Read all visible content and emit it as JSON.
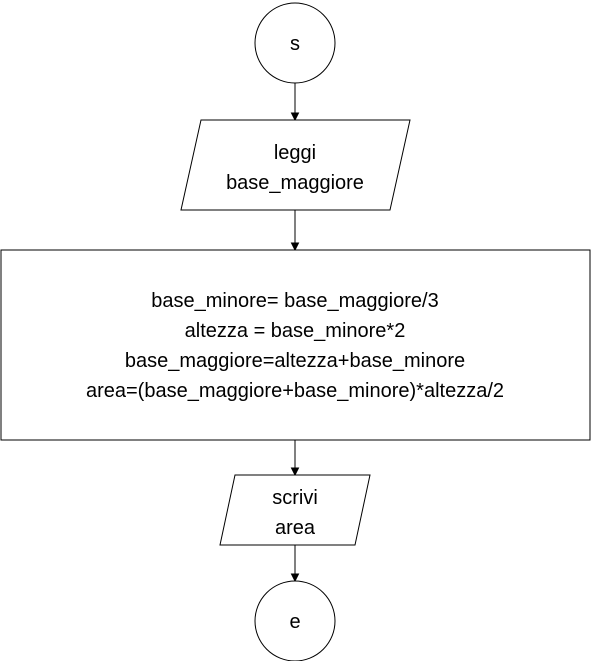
{
  "diagram": {
    "type": "flowchart",
    "nodes": {
      "start": {
        "shape": "circle",
        "text": "s"
      },
      "input": {
        "shape": "parallelogram",
        "lines": [
          "leggi",
          "base_maggiore"
        ]
      },
      "process": {
        "shape": "rectangle",
        "lines": [
          "base_minore= base_maggiore/3",
          "altezza = base_minore*2",
          "base_maggiore=altezza+base_minore",
          "area=(base_maggiore+base_minore)*altezza/2"
        ]
      },
      "output": {
        "shape": "parallelogram",
        "lines": [
          "scrivi",
          "area"
        ]
      },
      "end": {
        "shape": "circle",
        "text": "e"
      }
    },
    "edges": [
      {
        "from": "start",
        "to": "input"
      },
      {
        "from": "input",
        "to": "process"
      },
      {
        "from": "process",
        "to": "output"
      },
      {
        "from": "output",
        "to": "end"
      }
    ]
  }
}
